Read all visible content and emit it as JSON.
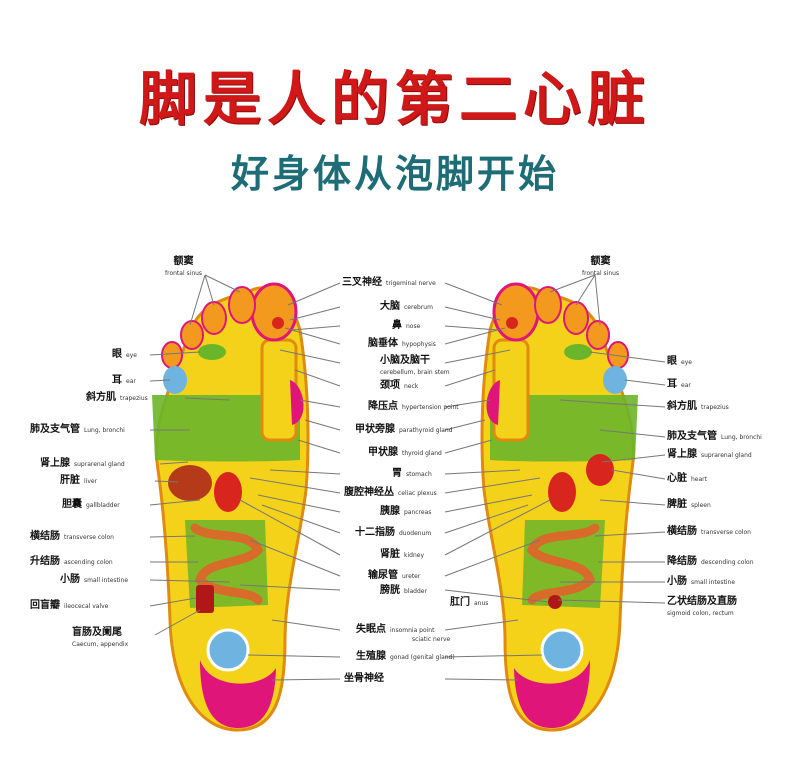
{
  "title": "脚是人的第二心脏",
  "subtitle": "好身体从泡脚开始",
  "left_labels": [
    {
      "zh": "额窦",
      "en": "frontal sinus"
    },
    {
      "zh": "眼",
      "en": "eye"
    },
    {
      "zh": "耳",
      "en": "ear"
    },
    {
      "zh": "斜方肌",
      "en": "trapezius"
    },
    {
      "zh": "肺及支气管",
      "en": "Lung, bronchi"
    },
    {
      "zh": "肾上腺",
      "en": "suprarenal gland"
    },
    {
      "zh": "肝脏",
      "en": "liver"
    },
    {
      "zh": "胆囊",
      "en": "gallbladder"
    },
    {
      "zh": "横结肠",
      "en": "transverse colon"
    },
    {
      "zh": "升结肠",
      "en": "ascending colon"
    },
    {
      "zh": "小肠",
      "en": "small intestine"
    },
    {
      "zh": "回盲瓣",
      "en": "ileocecal valve"
    },
    {
      "zh": "盲肠及阑尾",
      "en": "Caecum, appendix"
    }
  ],
  "center_labels": [
    {
      "zh": "三叉神经",
      "en": "trigeminal nerve"
    },
    {
      "zh": "大脑",
      "en": "cerebrum"
    },
    {
      "zh": "鼻",
      "en": "nose"
    },
    {
      "zh": "脑垂体",
      "en": "hypophysis"
    },
    {
      "zh": "小脑及脑干",
      "en": "cerebellum, brain stem"
    },
    {
      "zh": "颈项",
      "en": "neck"
    },
    {
      "zh": "降压点",
      "en": "hypertension point"
    },
    {
      "zh": "甲状旁腺",
      "en": "parathyroid gland"
    },
    {
      "zh": "甲状腺",
      "en": "thyroid gland"
    },
    {
      "zh": "胃",
      "en": "stomach"
    },
    {
      "zh": "腹腔神经丛",
      "en": "celiac plexus"
    },
    {
      "zh": "胰腺",
      "en": "pancreas"
    },
    {
      "zh": "十二指肠",
      "en": "duodenum"
    },
    {
      "zh": "肾脏",
      "en": "kidney"
    },
    {
      "zh": "输尿管",
      "en": "ureter"
    },
    {
      "zh": "膀胱",
      "en": "bladder"
    },
    {
      "zh": "肛门",
      "en": "anus"
    },
    {
      "zh": "失眠点",
      "en": "insomnia point"
    },
    {
      "zh": "坐骨神经",
      "en": "sciatic nerve"
    },
    {
      "zh": "生殖腺",
      "en": "gonad (genital gland)"
    }
  ],
  "right_labels": [
    {
      "zh": "额窦",
      "en": "frontal sinus"
    },
    {
      "zh": "眼",
      "en": "eye"
    },
    {
      "zh": "耳",
      "en": "ear"
    },
    {
      "zh": "斜方肌",
      "en": "trapezius"
    },
    {
      "zh": "肺及支气管",
      "en": "Lung, bronchi"
    },
    {
      "zh": "肾上腺",
      "en": "suprarenal gland"
    },
    {
      "zh": "心脏",
      "en": "heart"
    },
    {
      "zh": "脾脏",
      "en": "spleen"
    },
    {
      "zh": "横结肠",
      "en": "transverse colon"
    },
    {
      "zh": "降结肠",
      "en": "descending colon"
    },
    {
      "zh": "小肠",
      "en": "small intestine"
    },
    {
      "zh": "乙状结肠及直肠",
      "en": "sigmoid colon, rectum"
    }
  ],
  "colors": {
    "title": "#d01818",
    "subtitle": "#1e6d76",
    "sole_yellow": "#f5d21a",
    "green": "#6bb52a",
    "magenta": "#e0157a",
    "orange": "#f39a1e",
    "red": "#d8261e",
    "blue": "#6fb4e0"
  }
}
